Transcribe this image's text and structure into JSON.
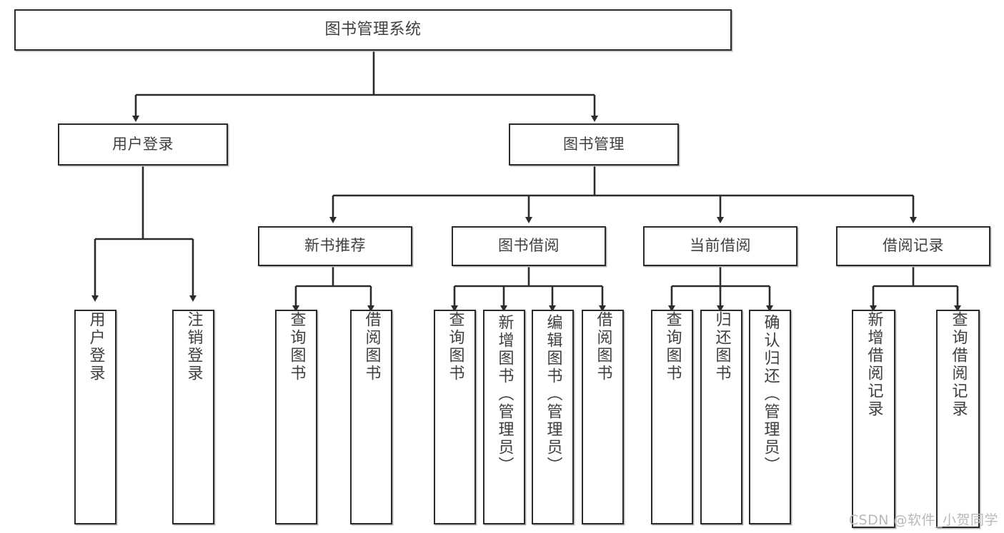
{
  "diagram": {
    "title": "图书管理系统",
    "type": "tree",
    "colors": {
      "background": "#ffffff",
      "node_border": "#2b2b2b",
      "node_fill": "#ffffff",
      "text": "#3f3f3f",
      "connector": "#2b2b2b",
      "shadow": "#b8b8b8",
      "watermark": "#b9b9b9"
    }
  },
  "nodes": {
    "root": {
      "label": "图书管理系统"
    },
    "level1": [
      {
        "id": "user-login",
        "label": "用户登录"
      },
      {
        "id": "book-manage",
        "label": "图书管理"
      }
    ],
    "level2": [
      {
        "id": "new-book-recommend",
        "label": "新书推荐"
      },
      {
        "id": "book-borrow",
        "label": "图书借阅"
      },
      {
        "id": "current-borrow",
        "label": "当前借阅"
      },
      {
        "id": "borrow-record",
        "label": "借阅记录"
      }
    ],
    "leaves": [
      {
        "id": "leaf-user-login",
        "label": "用户登录",
        "parent": "user-login"
      },
      {
        "id": "leaf-logout",
        "label": "注销登录",
        "parent": "user-login"
      },
      {
        "id": "leaf-query-book-1",
        "label": "查询图书",
        "parent": "new-book-recommend"
      },
      {
        "id": "leaf-borrow-book-1",
        "label": "借阅图书",
        "parent": "new-book-recommend"
      },
      {
        "id": "leaf-query-book-2",
        "label": "查询图书",
        "parent": "book-borrow"
      },
      {
        "id": "leaf-add-book",
        "label": "新增图书（管理员）",
        "parent": "book-borrow"
      },
      {
        "id": "leaf-edit-book",
        "label": "编辑图书（管理员）",
        "parent": "book-borrow"
      },
      {
        "id": "leaf-borrow-book-2",
        "label": "借阅图书",
        "parent": "book-borrow"
      },
      {
        "id": "leaf-query-book-3",
        "label": "查询图书",
        "parent": "current-borrow"
      },
      {
        "id": "leaf-return-book",
        "label": "归还图书",
        "parent": "current-borrow"
      },
      {
        "id": "leaf-confirm-return",
        "label": "确认归还（管理员）",
        "parent": "current-borrow"
      },
      {
        "id": "leaf-add-record",
        "label": "新增借阅记录",
        "parent": "borrow-record"
      },
      {
        "id": "leaf-query-record",
        "label": "查询借阅记录",
        "parent": "borrow-record"
      }
    ]
  },
  "watermark": {
    "text": "CSDN @软件_小贺同学"
  }
}
